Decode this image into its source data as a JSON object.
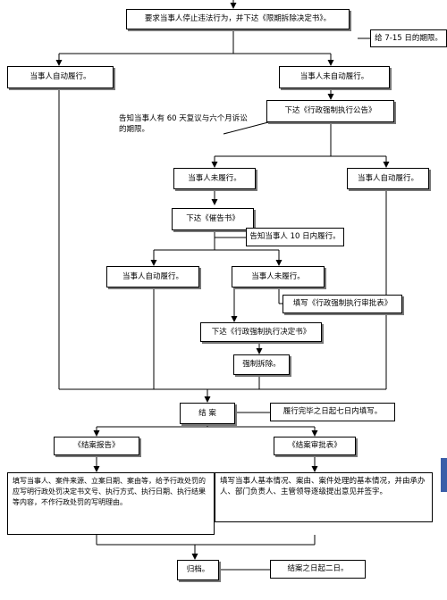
{
  "nodes": {
    "demand_stop": "要求当事人停止违法行为，并下达《限期拆除决定书》。",
    "deadline_note": "给 7-15 日的期限。",
    "self_comply_1": "当事人自动履行。",
    "not_comply_1": "当事人未自动履行。",
    "enforcement_notice": "下达《行政强制执行公告》",
    "appeal_note": "告知当事人有 60 天复议与六个月诉讼的期限。",
    "not_comply_2": "当事人未履行。",
    "self_comply_2": "当事人自动履行。",
    "urge_letter": "下达《催告书》",
    "ten_day_note": "告知当事人 10 日内履行。",
    "self_comply_3": "当事人自动履行。",
    "not_comply_3": "当事人未履行。",
    "fill_approval_form": "填写《行政强制执行审批表》",
    "enforcement_decision": "下达《行政强制执行决定书》",
    "forced_demolition": "强制拆除。",
    "close_case": "结  案",
    "close_case_note": "履行完毕之日起七日内填写。",
    "closing_report": "《结案报告》",
    "closing_approval": "《结案审批表》",
    "report_detail": "填写当事人、案件来源、立案日期、案由等，给予行政处罚的应写明行政处罚决定书文号、执行方式、执行日期、执行结果等内容，不作行政处罚的写明理由。",
    "approval_detail": "填写当事人基本情况、案由、案件处理的基本情况，并由承办人、部门负责人、主管领导逐级提出意见并签字。",
    "archive": "归档。",
    "archive_note": "结案之日起二日。"
  }
}
